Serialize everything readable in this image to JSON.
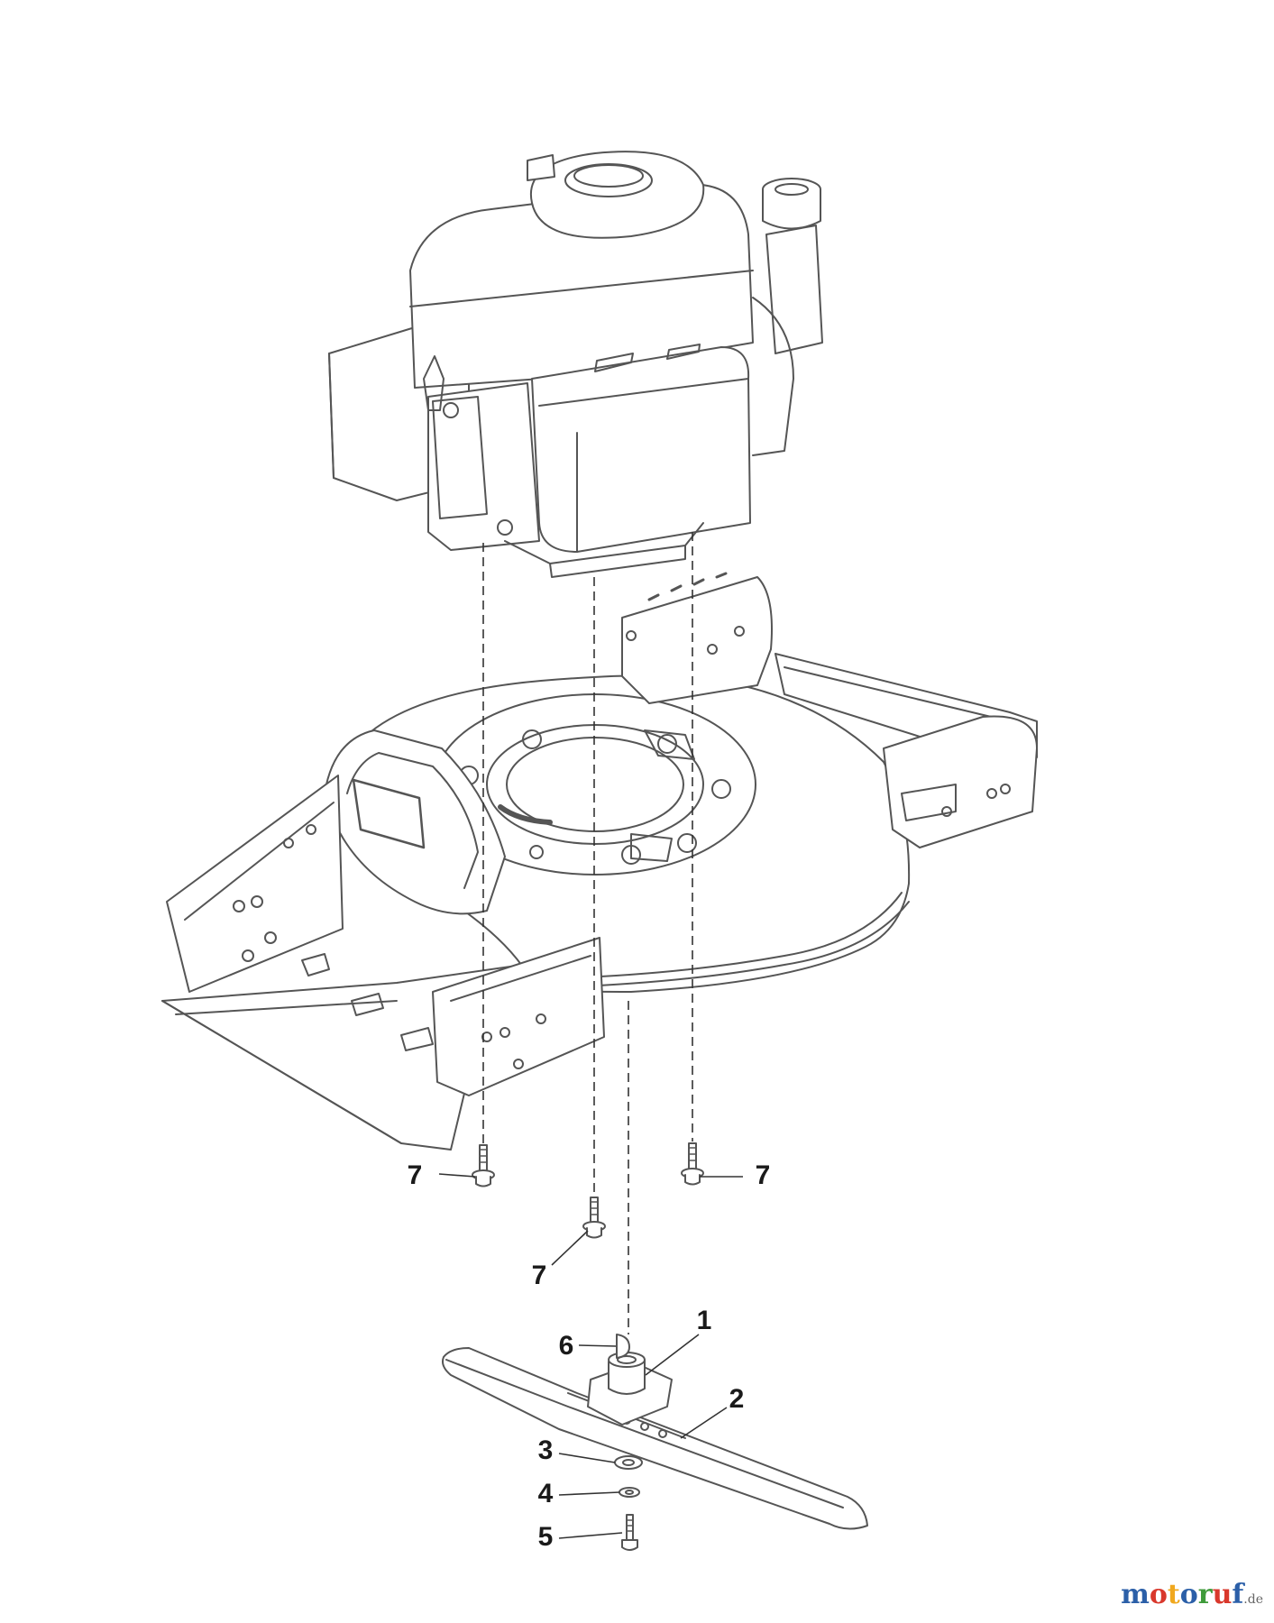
{
  "colors": {
    "line": "#555555",
    "leader": "#333333",
    "label": "#1a1a1a"
  },
  "callouts": [
    {
      "id": "c7a",
      "number": "7"
    },
    {
      "id": "c7b",
      "number": "7"
    },
    {
      "id": "c7c",
      "number": "7"
    },
    {
      "id": "c1",
      "number": "1"
    },
    {
      "id": "c2",
      "number": "2"
    },
    {
      "id": "c3",
      "number": "3"
    },
    {
      "id": "c4",
      "number": "4"
    },
    {
      "id": "c5",
      "number": "5"
    },
    {
      "id": "c6",
      "number": "6"
    }
  ],
  "watermark": {
    "text": "motoruf",
    "suffix": ".de",
    "colors": [
      "#2b5fa8",
      "#d9382c",
      "#f0a81e",
      "#2b5fa8",
      "#3f9b3a",
      "#d9382c",
      "#2b5fa8",
      "#666666"
    ]
  }
}
